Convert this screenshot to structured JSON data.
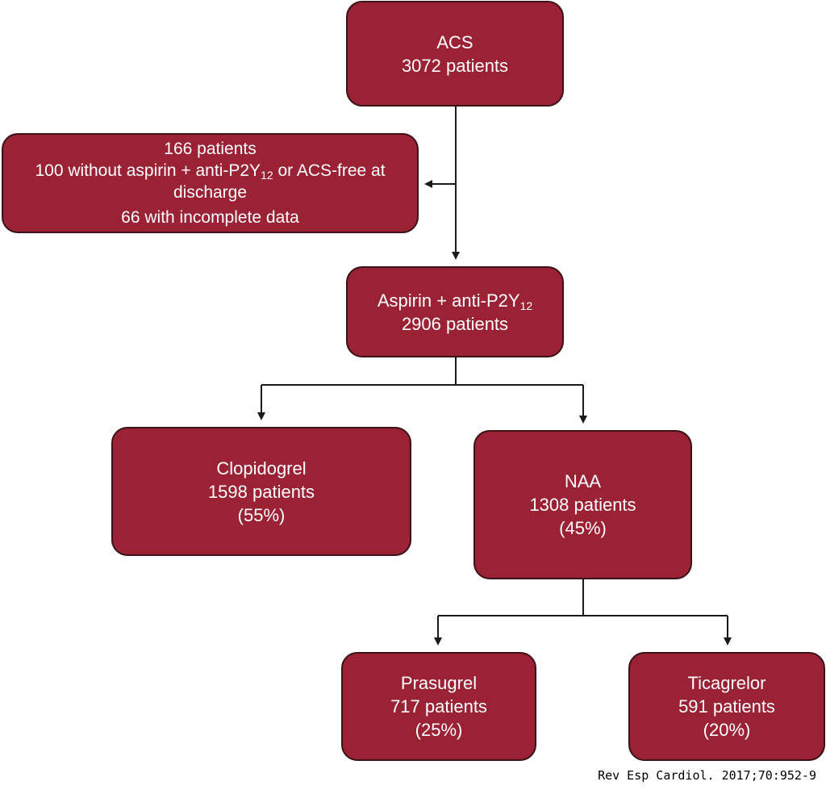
{
  "colors": {
    "box_fill": "#9b2135",
    "box_border": "#3a1218",
    "box_text": "#ffffff",
    "connector": "#1a1a1a"
  },
  "nodes": {
    "acs": {
      "title": "ACS",
      "count": "3072 patients"
    },
    "excluded": {
      "total": "166 patients",
      "line1_pre": "100 without aspirin + anti-P2Y",
      "line1_sub": "12",
      "line1_post": " or ACS-free at",
      "line2": "discharge",
      "line3": "66 with incomplete data"
    },
    "aspirin": {
      "title_pre": "Aspirin + anti-P2Y",
      "title_sub": "12",
      "count": "2906 patients"
    },
    "clopidogrel": {
      "title": "Clopidogrel",
      "count": "1598 patients",
      "percent": "(55%)"
    },
    "naa": {
      "title": "NAA",
      "count": "1308 patients",
      "percent": "(45%)"
    },
    "prasugrel": {
      "title": "Prasugrel",
      "count": "717 patients",
      "percent": "(25%)"
    },
    "ticagrelor": {
      "title": "Ticagrelor",
      "count": "591 patients",
      "percent": "(20%)"
    }
  },
  "citation": "Rev Esp Cardiol. 2017;70:952-9"
}
